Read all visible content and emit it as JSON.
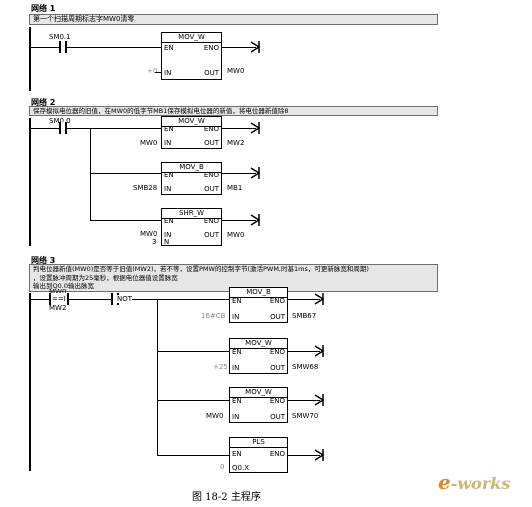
{
  "network1": {
    "title": "网络 1",
    "comment": "第一个扫描周期标志字MW0清零",
    "contact": "SM0.1",
    "block": {
      "title": "MOV_W",
      "en": "EN",
      "eno": "ENO",
      "in_pin": "IN",
      "out_pin": "OUT",
      "in_val": "+0",
      "out_val": "MW0"
    }
  },
  "network2": {
    "title": "网络 2",
    "comment": "保存模拟电位器的旧值，在MW0的低字节MB1保存模拟电位器的新值，将电位器新值除8",
    "contact": "SM0.0",
    "block1": {
      "title": "MOV_W",
      "en": "EN",
      "eno": "ENO",
      "in_pin": "IN",
      "out_pin": "OUT",
      "in_val": "MW0",
      "out_val": "MW2"
    },
    "block2": {
      "title": "MOV_B",
      "en": "EN",
      "eno": "ENO",
      "in_pin": "IN",
      "out_pin": "OUT",
      "in_val": "SMB28",
      "out_val": "MB1"
    },
    "block3": {
      "title": "SHR_W",
      "en": "EN",
      "eno": "ENO",
      "in_pin": "IN",
      "out_pin": "OUT",
      "n_pin": "N",
      "in_val": "MW0",
      "n_val": "3",
      "out_val": "MW0"
    }
  },
  "network3": {
    "title": "网络 3",
    "comment_lines": [
      "判电位器新值(MW0)是否等于旧值(MW2)，若不等，设置PMW的控制字节(激活PWM,时基1ms，可更新脉宽和周期)",
      "，设置脉冲周期为25毫秒，根据电位器值设置脉宽",
      "输出到Q0.0输出脉宽"
    ],
    "contact_top": "MW0",
    "contact_mid": "==I",
    "contact_bottom": "MW2",
    "not_label": "NOT",
    "block1": {
      "title": "MOV_B",
      "en": "EN",
      "eno": "ENO",
      "in_pin": "IN",
      "out_pin": "OUT",
      "in_val": "16#CB",
      "out_val": "SMB67"
    },
    "block2": {
      "title": "MOV_W",
      "en": "EN",
      "eno": "ENO",
      "in_pin": "IN",
      "out_pin": "OUT",
      "in_val": "+25",
      "out_val": "SMW68"
    },
    "block3": {
      "title": "MOV_W",
      "en": "EN",
      "eno": "ENO",
      "in_pin": "IN",
      "out_pin": "OUT",
      "in_val": "MW0",
      "out_val": "SMW70"
    },
    "block4": {
      "title": "PLS",
      "en": "EN",
      "eno": "ENO",
      "q_pin": "Q0.X",
      "q_val": "0"
    }
  },
  "caption": "图 18-2   主程序",
  "logo": {
    "e": "e",
    "rest": "-works"
  }
}
